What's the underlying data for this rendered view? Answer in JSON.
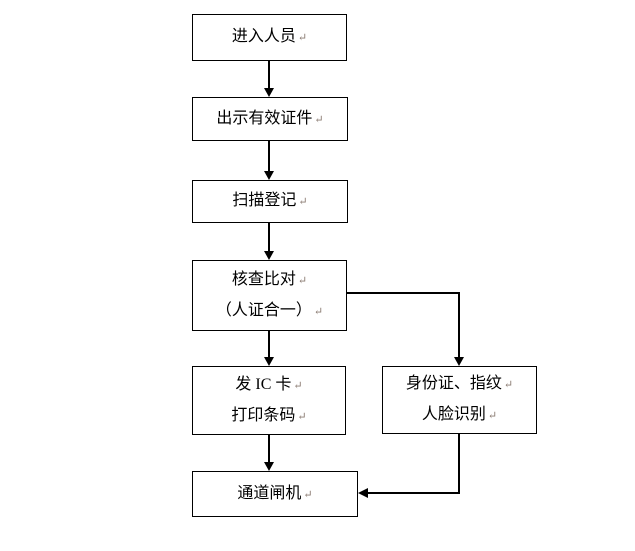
{
  "diagram": {
    "type": "flowchart",
    "background_color": "#ffffff",
    "line_color": "#000000",
    "box_border_color": "#000000",
    "text_color": "#000000",
    "return_mark": "↵",
    "return_mark_color": "#8a7b72",
    "nodes": [
      {
        "id": "enter-personnel",
        "lines": [
          "进入人员"
        ]
      },
      {
        "id": "show-valid-id",
        "lines": [
          "出示有效证件"
        ]
      },
      {
        "id": "scan-register",
        "lines": [
          "扫描登记"
        ]
      },
      {
        "id": "verify-compare",
        "lines": [
          "核查比对",
          "（人证合一）"
        ]
      },
      {
        "id": "issue-ic-card",
        "lines": [
          "发 IC 卡",
          "打印条码"
        ]
      },
      {
        "id": "id-fingerprint-face",
        "lines": [
          "身份证、指纹",
          "人脸识别"
        ]
      },
      {
        "id": "channel-gate",
        "lines": [
          "通道闸机"
        ]
      }
    ],
    "edges": [
      {
        "from": "enter-personnel",
        "to": "show-valid-id",
        "style": "arrow-down"
      },
      {
        "from": "show-valid-id",
        "to": "scan-register",
        "style": "arrow-down"
      },
      {
        "from": "scan-register",
        "to": "verify-compare",
        "style": "arrow-down"
      },
      {
        "from": "verify-compare",
        "to": "issue-ic-card",
        "style": "arrow-down"
      },
      {
        "from": "verify-compare",
        "to": "id-fingerprint-face",
        "style": "elbow-right-then-down-arrow"
      },
      {
        "from": "issue-ic-card",
        "to": "channel-gate",
        "style": "arrow-down"
      },
      {
        "from": "id-fingerprint-face",
        "to": "channel-gate",
        "style": "elbow-down-then-left-arrow"
      }
    ]
  }
}
